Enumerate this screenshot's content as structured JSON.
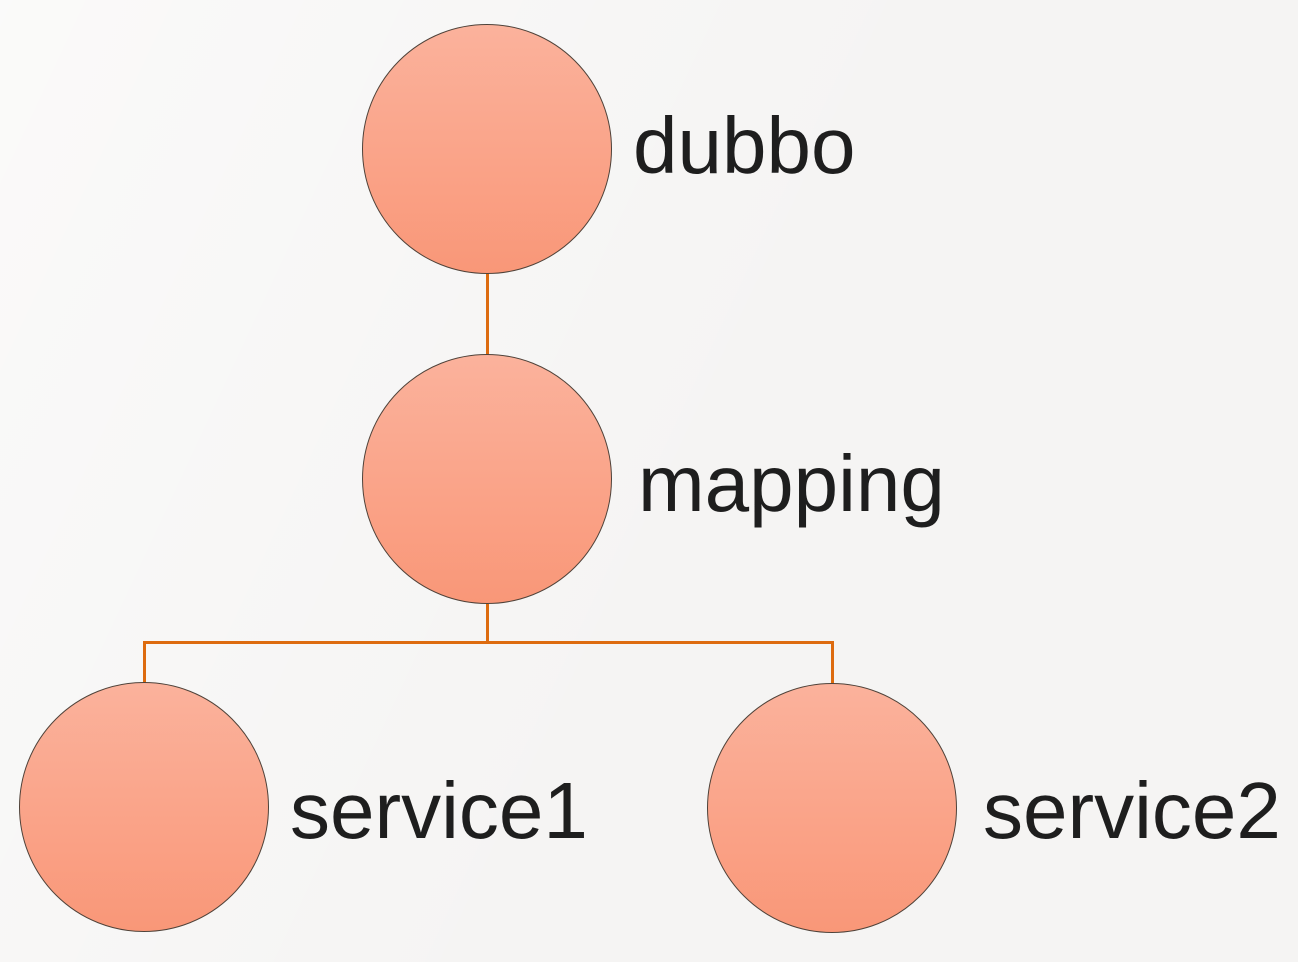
{
  "theme": {
    "background": "#f5f4f3",
    "node_fill_top": "#fbb29c",
    "node_fill_bottom": "#f99778",
    "node_border": "#4f4239",
    "connector_color": "#dd6b0f",
    "label_color": "#1e1e1e"
  },
  "diagram": {
    "type": "tree",
    "nodes": [
      {
        "id": "dubbo",
        "label": "dubbo"
      },
      {
        "id": "mapping",
        "label": "mapping"
      },
      {
        "id": "service1",
        "label": "service1"
      },
      {
        "id": "service2",
        "label": "service2"
      }
    ],
    "edges": [
      {
        "from": "dubbo",
        "to": "mapping"
      },
      {
        "from": "mapping",
        "to": "service1"
      },
      {
        "from": "mapping",
        "to": "service2"
      }
    ]
  }
}
